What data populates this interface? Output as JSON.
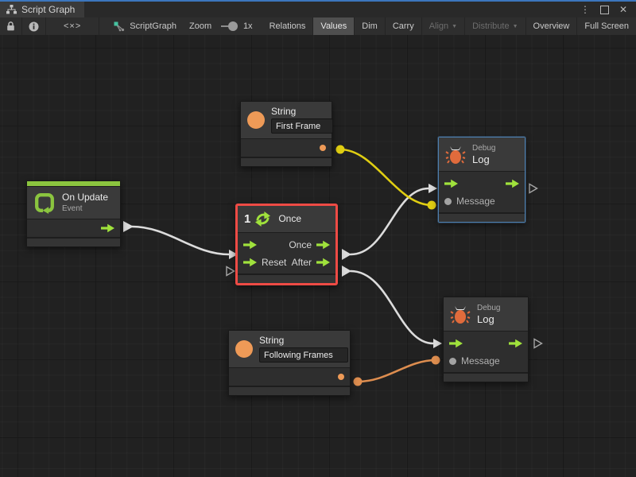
{
  "window": {
    "tab_title": "Script Graph"
  },
  "icons": {
    "menu_glyph": "⋮",
    "close_glyph": "✕",
    "code_glyph": "<×>"
  },
  "toolbar": {
    "graph_name": "ScriptGraph",
    "zoom_label": "Zoom",
    "zoom_value": "1x",
    "caret": "▼",
    "buttons": [
      {
        "label": "Relations",
        "state": "normal"
      },
      {
        "label": "Values",
        "state": "active"
      },
      {
        "label": "Dim",
        "state": "normal"
      },
      {
        "label": "Carry",
        "state": "normal"
      },
      {
        "label": "Align",
        "state": "disabled"
      },
      {
        "label": "Distribute",
        "state": "disabled"
      },
      {
        "label": "Overview",
        "state": "normal"
      },
      {
        "label": "Full Screen",
        "state": "normal"
      }
    ]
  },
  "colors": {
    "accent_blue": "#3c76bd",
    "sel_red": "#ee4b45",
    "sel_blue": "#4e7fae",
    "exec_green": "#a0e23c",
    "event_green": "#8bc53f",
    "value_orange": "#ee9a57",
    "wire_white": "#dcdcdc",
    "wire_yellow": "#e0ce12",
    "wire_orange": "#dd8d4f"
  },
  "nodes": {
    "string_first": {
      "type": "String",
      "value": "First Frame"
    },
    "on_update": {
      "title": "On Update",
      "subtitle": "Event"
    },
    "once": {
      "badge": "1",
      "title": "Once",
      "out_once": "Once",
      "in_reset": "Reset",
      "out_after": "After"
    },
    "debug_top": {
      "category": "Debug",
      "title": "Log",
      "message": "Message"
    },
    "debug_bottom": {
      "category": "Debug",
      "title": "Log",
      "message": "Message"
    },
    "string_following": {
      "type": "String",
      "value": "Following Frames"
    }
  }
}
